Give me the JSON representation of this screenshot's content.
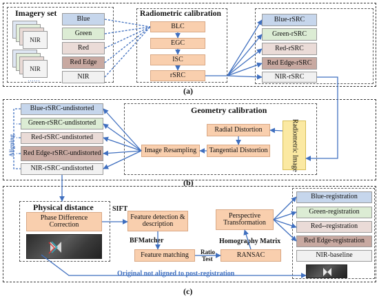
{
  "panel_a": {
    "label": "(a)",
    "imagery_set_title": "Imagery set",
    "stack_label": "NIR",
    "ellipsis": "……",
    "bands": [
      "Blue",
      "Green",
      "Red",
      "Red Edge",
      "NIR"
    ],
    "radiometric_title": "Radiometric calibration",
    "steps": [
      "BLC",
      "EGC",
      "ISC",
      "rSRC"
    ],
    "outputs": [
      "Blue-rSRC",
      "Green-rSRC",
      "Red-rSRC",
      "Red Edge-rSRC",
      "NIR-rSRC"
    ]
  },
  "panel_b": {
    "label": "(b)",
    "undistorted": [
      "Blue-rSRC-undistorted",
      "Green-rSRC-undistorted",
      "Red-rSRC-undistorted",
      "Red Edge-rSRC-undistorted",
      "NIR-rSRC-undistorted"
    ],
    "geometry_title": "Geometry calibration",
    "radial": "Radial Distortion",
    "tangential": "Tangential Distortion",
    "resampling": "Image Resampling",
    "radiometric_image": "Radiometric Image",
    "aligning": "Aligning"
  },
  "panel_c": {
    "label": "(c)",
    "physical_title": "Physical distance",
    "phase": "Phase Difference Correction",
    "sift": "SIFT",
    "feature_detection": "Feature detection & description",
    "bfmatcher": "BFMatcher",
    "feature_matching": "Feature matching",
    "ratio": "Ratio",
    "test": "Test",
    "homography": "Homography Matrix",
    "ransac": "RANSAC",
    "perspective": "Perspective Transformation",
    "registrations": [
      "Blue-registration",
      "Green-registration",
      "Red--registration",
      "Red Edge-registration",
      "NIR-baseline"
    ],
    "original_caption": "Original not aligned to post-registration"
  },
  "colors": {
    "blue": "#c6d6ec",
    "green": "#dcecd4",
    "red": "#eadbd7",
    "red_edge": "#c8a9a1",
    "nir": "#f1f1f1",
    "peach": "#f9cfae",
    "yellow": "#fbe9a2",
    "arrow": "#3f6fbf"
  }
}
